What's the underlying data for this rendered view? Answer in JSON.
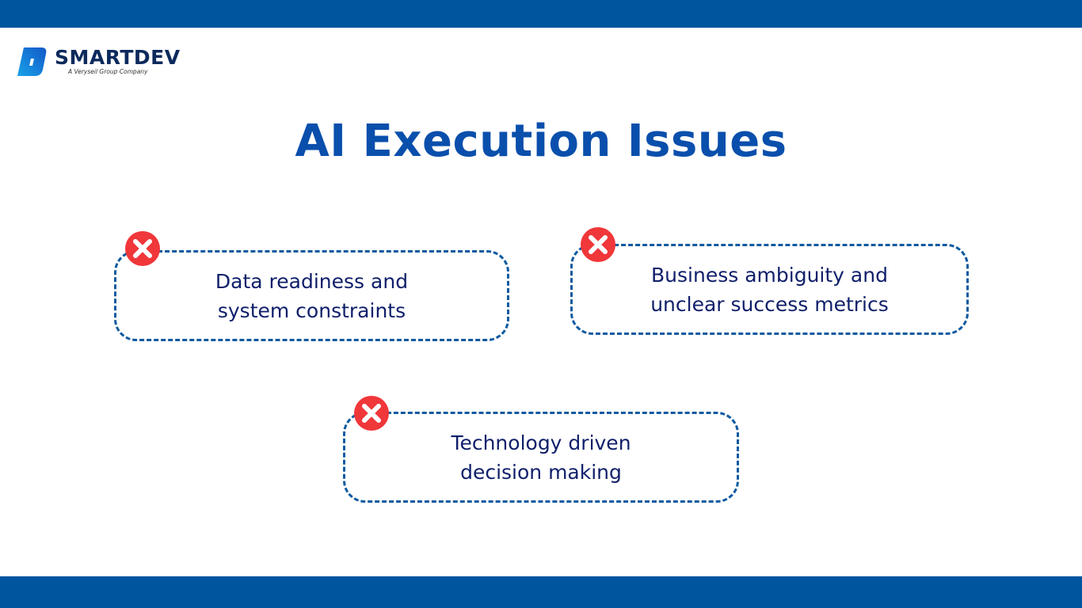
{
  "brand": {
    "name": "SMARTDEV",
    "tagline": "A Veryseil Group Company"
  },
  "title": "AI Execution Issues",
  "issues": [
    {
      "line1": "Data readiness and",
      "line2": "system constraints",
      "icon": "x-circle-icon"
    },
    {
      "line1": "Business ambiguity and",
      "line2": "unclear success metrics",
      "icon": "x-circle-icon"
    },
    {
      "line1": "Technology driven",
      "line2": "decision making",
      "icon": "x-circle-icon"
    }
  ],
  "colors": {
    "bar": "#00559f",
    "title": "#0a4fac",
    "icon": "#f0373a",
    "text": "#0f1f6a"
  }
}
